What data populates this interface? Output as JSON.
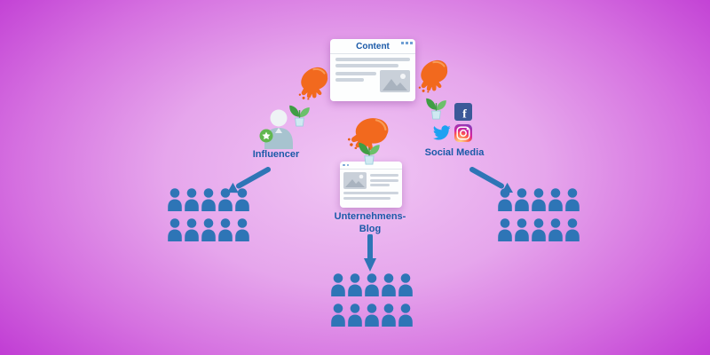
{
  "nodes": {
    "content": {
      "label": "Content"
    },
    "influencer": {
      "label": "Influencer"
    },
    "blog": {
      "label": "Unternehmens-\nBlog"
    },
    "social": {
      "label": "Social Media"
    }
  },
  "icons": {
    "facebook_glyph": "f",
    "names": [
      "seeding-hand-icon",
      "seedling-icon",
      "influencer-person-icon",
      "star-badge-icon",
      "browser-window-icon",
      "image-placeholder-icon",
      "facebook-icon",
      "twitter-icon",
      "instagram-icon",
      "audience-crowd-icon",
      "arrow-icon",
      "window-controls-icon"
    ]
  },
  "colors": {
    "background_center": "#f0c6f4",
    "background_edge": "#bc31d1",
    "audience_blue": "#2e75b6",
    "label_blue": "#1b5aa8",
    "hand_orange": "#f2691e",
    "leaf_green_dark": "#3f9d44",
    "leaf_green_light": "#6cc06b",
    "facebook_blue": "#3b5998",
    "twitter_blue": "#1da1f2",
    "instagram_magenta": "#d6249f",
    "badge_green": "#61b74f"
  }
}
